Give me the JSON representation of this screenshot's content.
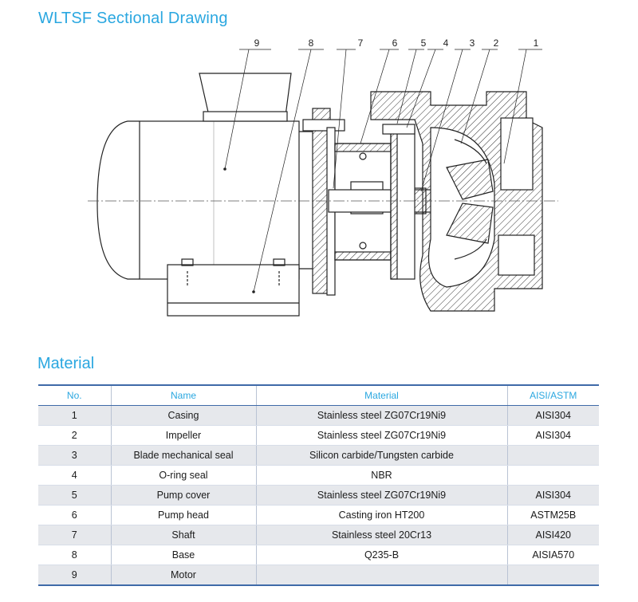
{
  "drawing": {
    "title": "WLTSF Sectional Drawing",
    "callouts": [
      "9",
      "8",
      "7",
      "6",
      "5",
      "4",
      "3",
      "2",
      "1"
    ]
  },
  "material": {
    "title": "Material",
    "headers": {
      "no": "No.",
      "name": "Name",
      "material": "Material",
      "standard": "AISI/ASTM"
    },
    "rows": [
      {
        "no": "1",
        "name": "Casing",
        "material": "Stainless steel ZG07Cr19Ni9",
        "standard": "AISI304"
      },
      {
        "no": "2",
        "name": "Impeller",
        "material": "Stainless steel ZG07Cr19Ni9",
        "standard": "AISI304"
      },
      {
        "no": "3",
        "name": "Blade mechanical seal",
        "material": "Silicon carbide/Tungsten carbide",
        "standard": ""
      },
      {
        "no": "4",
        "name": "O-ring seal",
        "material": "NBR",
        "standard": ""
      },
      {
        "no": "5",
        "name": "Pump cover",
        "material": "Stainless steel ZG07Cr19Ni9",
        "standard": "AISI304"
      },
      {
        "no": "6",
        "name": "Pump head",
        "material": "Casting iron HT200",
        "standard": "ASTM25B"
      },
      {
        "no": "7",
        "name": "Shaft",
        "material": "Stainless steel 20Cr13",
        "standard": "AISI420"
      },
      {
        "no": "8",
        "name": "Base",
        "material": "Q235-B",
        "standard": "AISIA570"
      },
      {
        "no": "9",
        "name": "Motor",
        "material": "",
        "standard": ""
      }
    ]
  }
}
